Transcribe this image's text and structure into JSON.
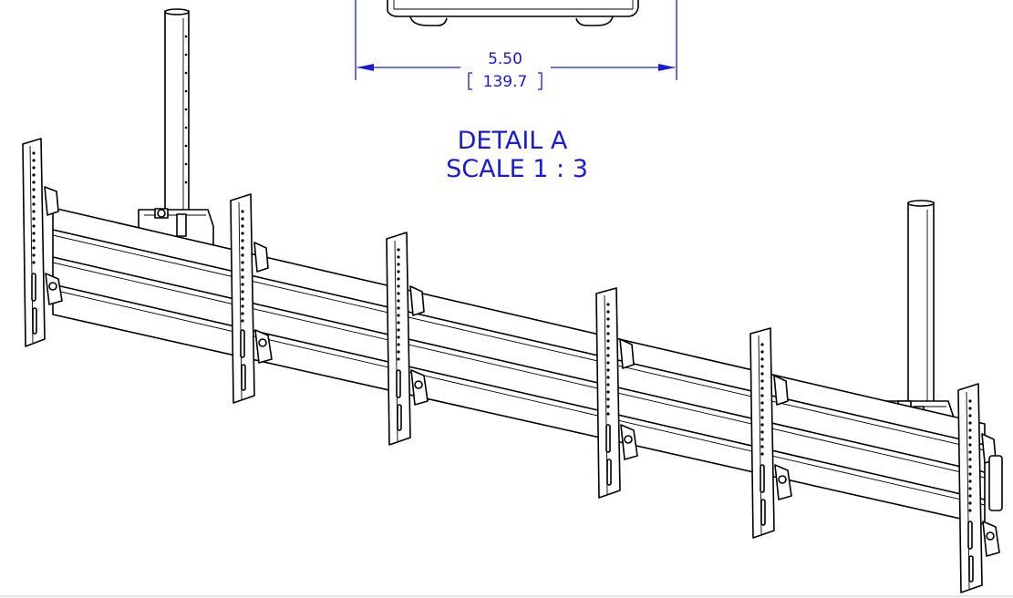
{
  "drawing": {
    "dimension_primary": "5.50",
    "dimension_secondary": "139.7",
    "detail_title": "DETAIL A",
    "detail_scale": "SCALE 1 : 3"
  },
  "colors": {
    "annotation": "#1a1ad6",
    "line": "#000000",
    "background": "#ffffff"
  }
}
